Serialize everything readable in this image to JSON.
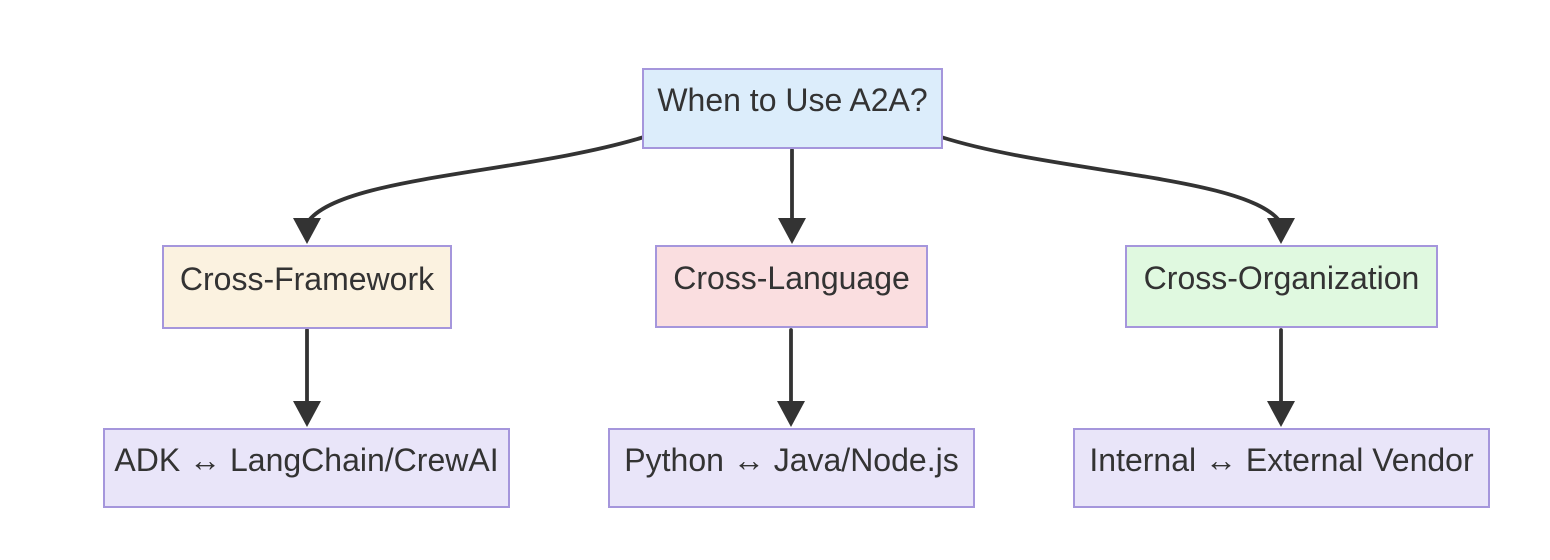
{
  "diagram": {
    "type": "flowchart",
    "title": "When to Use A2A? decision flowchart",
    "colors": {
      "background": "#ffffff",
      "node_border": "#a596dc",
      "edge": "#333333",
      "text": "#333333",
      "root_fill": "#dcedfb",
      "framework_fill": "#fbf2e0",
      "language_fill": "#fadee0",
      "organization_fill": "#e0f9e0",
      "example_fill": "#e9e5f9"
    },
    "nodes": [
      {
        "id": "root",
        "label": "When to Use A2A?",
        "fill": "#dcedfb"
      },
      {
        "id": "cross-framework",
        "label": "Cross-Framework",
        "fill": "#fbf2e0"
      },
      {
        "id": "cross-language",
        "label": "Cross-Language",
        "fill": "#fadee0"
      },
      {
        "id": "cross-organization",
        "label": "Cross-Organization",
        "fill": "#e0f9e0"
      },
      {
        "id": "framework-example",
        "label": "ADK ↔ LangChain/CrewAI",
        "fill": "#e9e5f9"
      },
      {
        "id": "language-example",
        "label": "Python ↔ Java/Node.js",
        "fill": "#e9e5f9"
      },
      {
        "id": "organization-example",
        "label": "Internal ↔ External Vendor",
        "fill": "#e9e5f9"
      }
    ],
    "edges": [
      {
        "from": "root",
        "to": "cross-framework"
      },
      {
        "from": "root",
        "to": "cross-language"
      },
      {
        "from": "root",
        "to": "cross-organization"
      },
      {
        "from": "cross-framework",
        "to": "framework-example"
      },
      {
        "from": "cross-language",
        "to": "language-example"
      },
      {
        "from": "cross-organization",
        "to": "organization-example"
      }
    ]
  }
}
